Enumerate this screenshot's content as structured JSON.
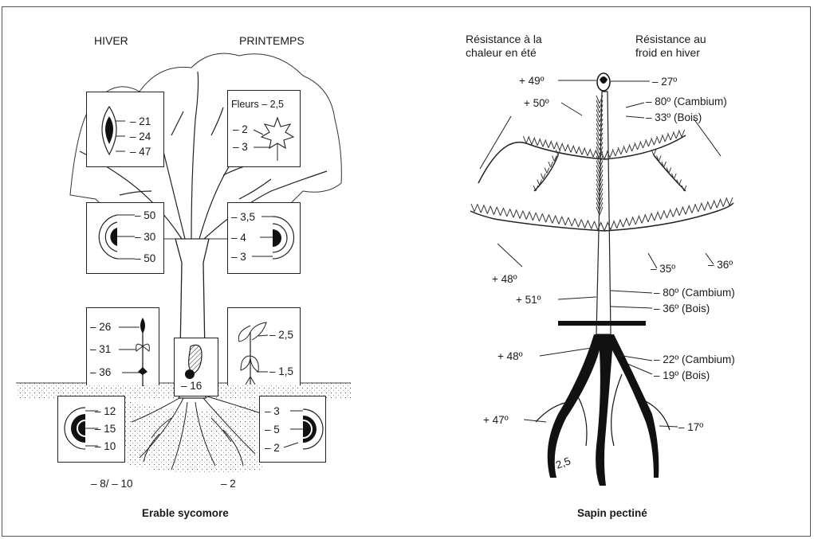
{
  "left": {
    "season_winter": "HIVER",
    "season_spring": "PRINTEMPS",
    "caption": "Erable sycomore",
    "bud_winter": [
      "– 21",
      "– 24",
      "– 47"
    ],
    "bud_spring_flowers": "Fleurs – 2,5",
    "bud_spring": [
      "– 2",
      "– 3"
    ],
    "branch_winter": [
      "– 50",
      "– 30",
      "– 50"
    ],
    "branch_spring": [
      "– 3,5",
      "– 4",
      "– 3"
    ],
    "seedling_winter": [
      "– 26",
      "– 31",
      "– 36"
    ],
    "seedling_spring": [
      "– 2,5",
      "– 1,5"
    ],
    "seed": "– 16",
    "root_winter": [
      "– 12",
      "– 15",
      "– 10"
    ],
    "root_spring": [
      "– 3",
      "– 5",
      "– 2"
    ],
    "soil_winter": "– 8/ – 10",
    "soil_spring": "– 2"
  },
  "right": {
    "heat_title": [
      "Résistance à la",
      "chaleur en été"
    ],
    "cold_title": [
      "Résistance au",
      "froid en hiver"
    ],
    "caption": "Sapin pectiné",
    "labels": {
      "top_heat": "+ 49º",
      "top_cold": "– 27º",
      "shoot_heat": "+ 50º",
      "shoot_cambium": "– 80º (Cambium)",
      "shoot_wood": "– 33º (Bois)",
      "needle_cold_a": "– 35º",
      "needle_cold_b": "– 36º",
      "branch_heat": "+ 48º",
      "trunk_cambium": "– 80º (Cambium)",
      "trunk_heat": "+ 51º",
      "trunk_wood": "– 36º (Bois)",
      "base_heat": "+ 48º",
      "root_cambium": "– 22º (Cambium)",
      "root_wood": "– 19º (Bois)",
      "root_heat": "+ 47º",
      "root_cold": "– 17º",
      "root_tip": "2,5"
    }
  }
}
